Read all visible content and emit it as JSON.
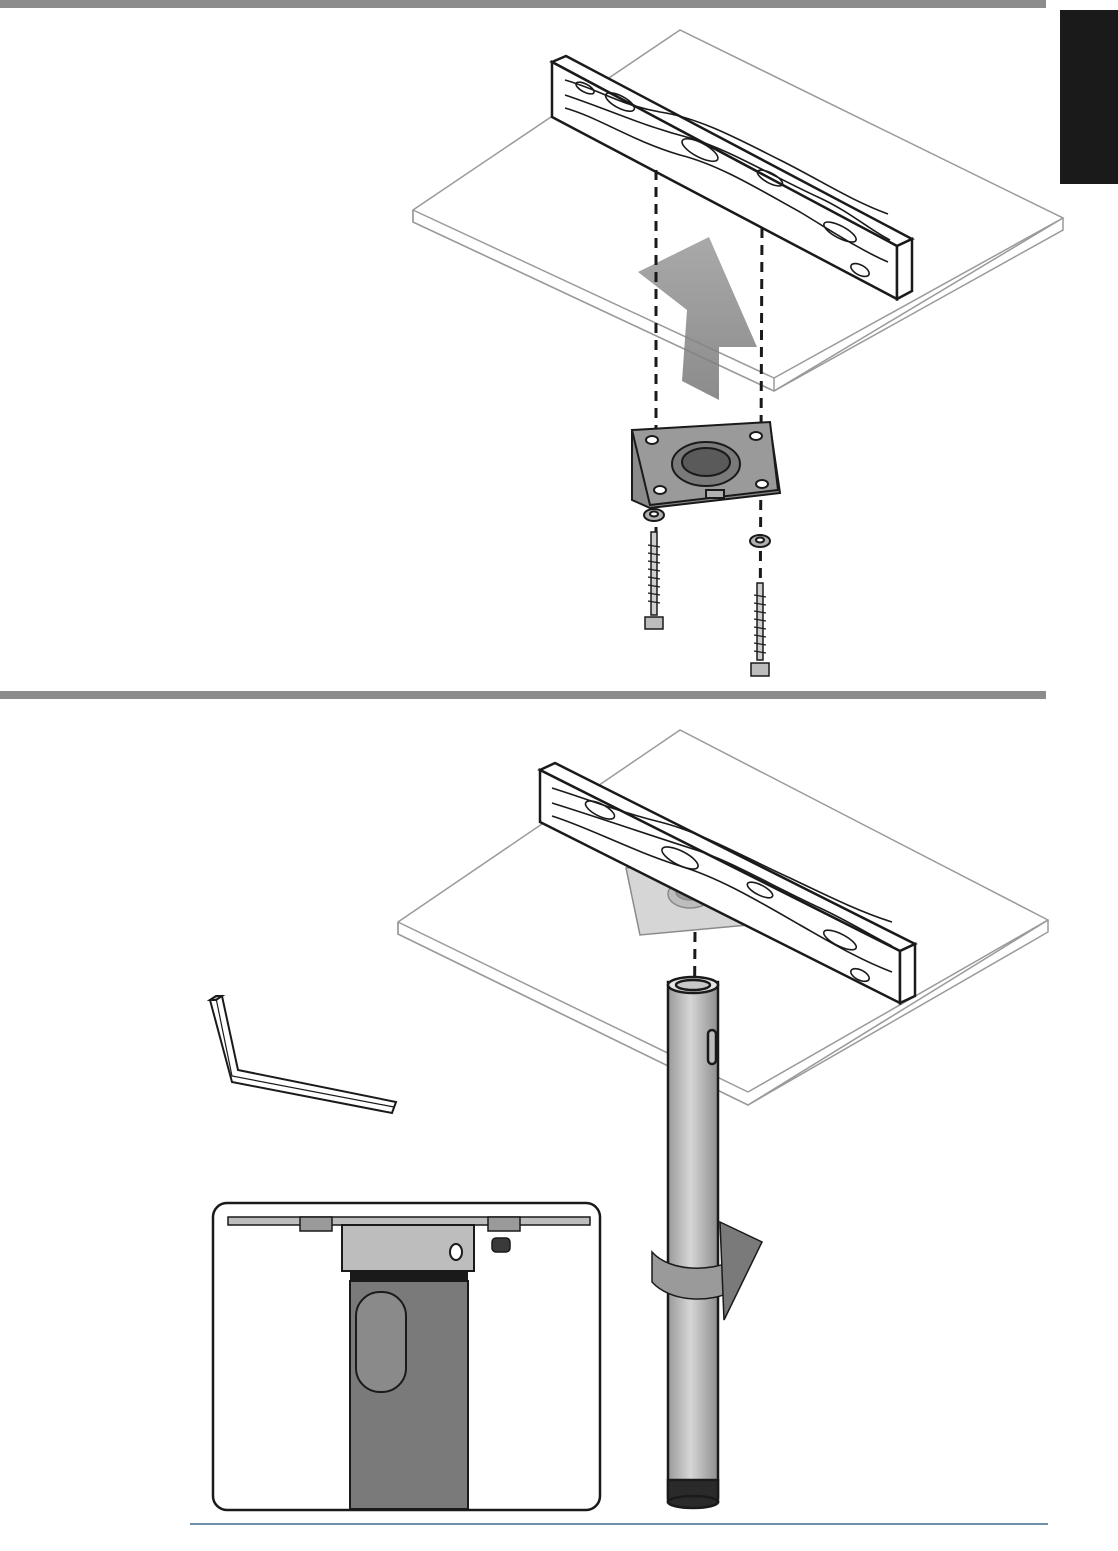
{
  "page": {
    "section_tab": {
      "color": "#1a1a1a"
    },
    "rules_color": "#8c8c8c",
    "footer_rule_color": "#6f8fa8"
  },
  "step_1": {
    "elements": [
      "wood-joist-icon",
      "ceiling-panel",
      "up-arrow-icon",
      "ceiling-plate",
      "washer-icon",
      "lag-bolt-icon"
    ]
  },
  "step_2": {
    "elements": [
      "wood-joist-icon",
      "ceiling-panel",
      "ceiling-plate",
      "extension-pole",
      "rotate-arrow-icon",
      "hex-key-icon",
      "detail-inset"
    ]
  }
}
